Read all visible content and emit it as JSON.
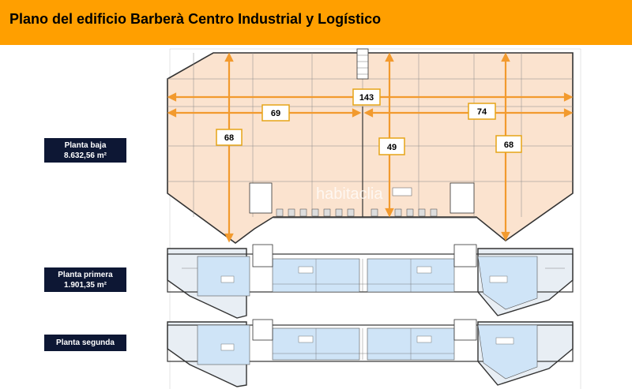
{
  "header": {
    "title": "Plano del edificio Barberà Centro Industrial y Logístico",
    "background": "#FF9F00"
  },
  "floors": [
    {
      "name": "Planta baja",
      "area": "8.632,56 m²"
    },
    {
      "name": "Planta primera",
      "area": "1.901,35 m²"
    },
    {
      "name": "Planta segunda",
      "area": ""
    }
  ],
  "dimensions": {
    "total_width": "143",
    "left_width": "69",
    "right_width": "74",
    "left_depth": "68",
    "center_depth": "49",
    "right_depth": "68"
  },
  "watermark": "habitaclia",
  "colors": {
    "ground_fill": "#FBE3CF",
    "upper_fill": "#CFE4F7",
    "dimension_line": "#F29A2E",
    "label_background": "#0d1734"
  }
}
